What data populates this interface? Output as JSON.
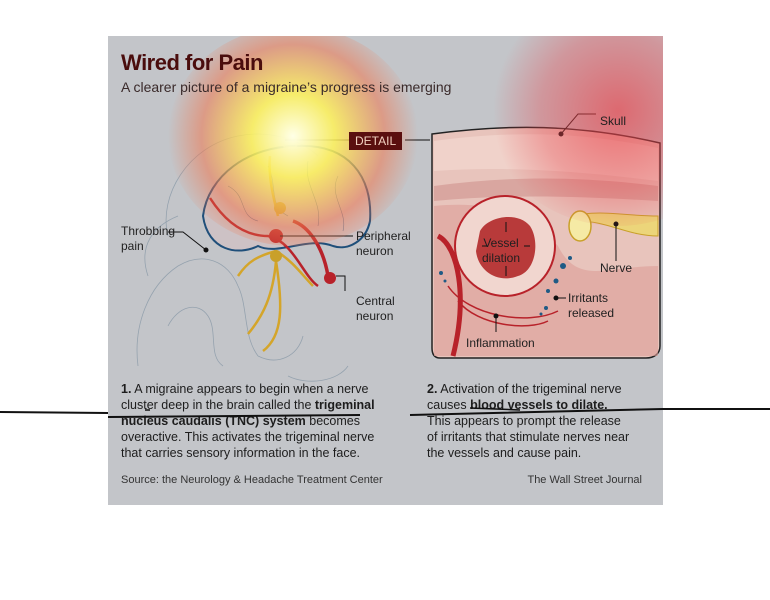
{
  "header": {
    "title": "Wired for Pain",
    "subtitle": "A clearer picture of a migraine’s progress is emerging"
  },
  "diagram": {
    "detail_tag": "DETAIL",
    "labels": {
      "throbbing_pain": [
        "Throbbing",
        "pain"
      ],
      "peripheral_neuron": [
        "Peripheral",
        "neuron"
      ],
      "central_neuron": [
        "Central",
        "neuron"
      ],
      "skull": "Skull",
      "vessel_dilation": [
        "Vessel",
        "dilation"
      ],
      "nerve": "Nerve",
      "irritants_released": [
        "Irritants",
        "released"
      ],
      "inflammation": "Inflammation"
    },
    "colors": {
      "background": "#c3c5c9",
      "artery": "#b8222a",
      "nerve": "#d4a52a",
      "brain_outline": "#1f4f7a",
      "heat_yellow": "#fff35a",
      "heat_red": "#e8424a"
    }
  },
  "steps": [
    {
      "number": "1.",
      "pre": "A migraine appears to begin when a nerve cluster deep in the brain called the ",
      "bold": "trigeminal nucleus caudalis (TNC) system",
      "post": " becomes overactive. This activates the trigeminal nerve that carries sensory information in the face."
    },
    {
      "number": "2.",
      "pre": "Activation of the trigeminal nerve causes ",
      "bold": "blood vessels to dilate.",
      "post": " This appears to prompt the release of irritants that stimulate nerves near the vessels and cause pain."
    }
  ],
  "footer": {
    "source": "Source: the Neurology & Headache Treatment Center",
    "credit": "The Wall Street Journal"
  }
}
